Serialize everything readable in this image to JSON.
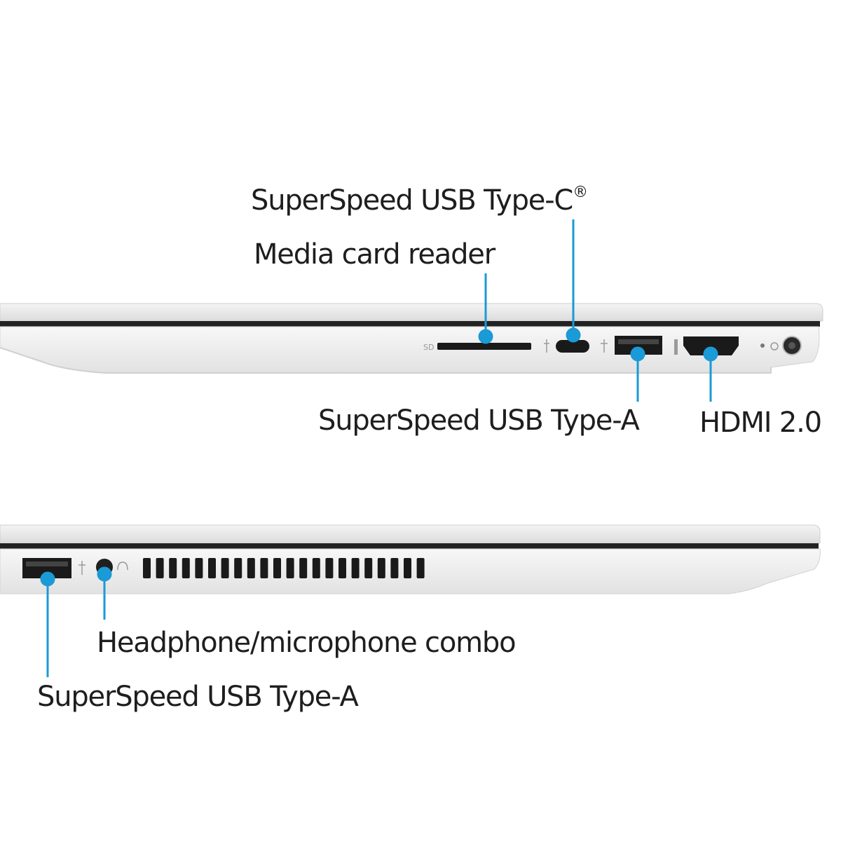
{
  "accent_color": "#1a9ad6",
  "right_side": {
    "labels": {
      "usb_c": "SuperSpeed USB Type-C",
      "usb_c_mark": "®",
      "card_reader": "Media card reader",
      "usb_a": "SuperSpeed USB Type-A",
      "hdmi": "HDMI 2.0"
    },
    "port_icons": [
      "sd-card-icon",
      "usb-c-icon",
      "usb-icon",
      "hdmi-icon",
      "power-icon"
    ]
  },
  "left_side": {
    "labels": {
      "audio": "Headphone/microphone combo",
      "usb_a": "SuperSpeed USB Type-A"
    },
    "port_icons": [
      "usb-icon",
      "headphone-icon"
    ]
  }
}
